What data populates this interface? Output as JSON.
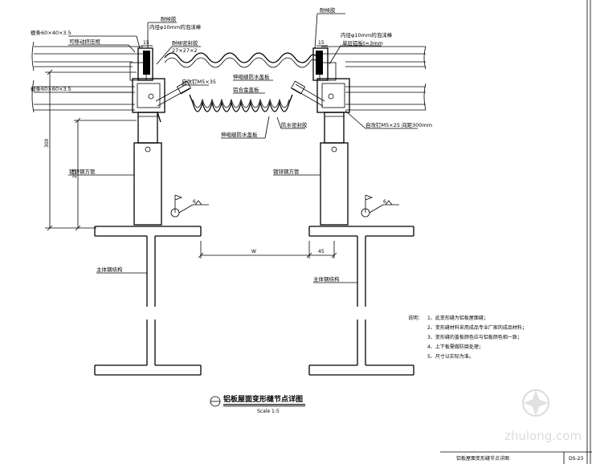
{
  "labels": {
    "purlin_top": "檩条60×40×3.5",
    "purlin_bottom": "檩条60×60×3.5",
    "extrusion_frame": "可移动挤压框",
    "gasket_left": "耐候胶",
    "backing_rod_left": "内径φ10mm的泡沫棒",
    "seal_mid": "耐候密封胶",
    "angle_left": "27×27×2",
    "self_tap_screw": "自攻钉M5×35",
    "eave_flash_upper": "伸缩缝防水盖板",
    "alu_plate": "铝合金盖板",
    "eave_flash_lower": "伸缩缝防水盖板",
    "waterproof_strip": "防水密封胶",
    "sealant_right": "耐候胶",
    "backing_rod_right": "内径φ10mm的泡沫棒",
    "single_ply": "单层铝板t=3mm",
    "expansion_bolt": "自攻钉M5×25 间距300mm",
    "adj_support_left": "镀锌钢方管",
    "adj_support_right": "镀锌钢方管",
    "steel_beam_left": "主体钢结构",
    "steel_beam_right": "主体钢结构"
  },
  "dimensions": {
    "height_total": "300",
    "height_support": "215",
    "width": "W",
    "offset": "45",
    "dim_15_left": "15",
    "dim_15_right": "15",
    "weld_left": "6",
    "weld_right": "6"
  },
  "title": {
    "text": "铝板屋面变形缝节点详图",
    "scale": "Scale 1:5"
  },
  "notes": {
    "heading": "说明：",
    "items": [
      "1、此变形缝为铝板屋面缝；",
      "2、变形缝材料采用成品专业厂家的成品材料；",
      "3、变形缝的盖板颜色应与铝板颜色相一致；",
      "4、上下板需做防腐处理；",
      "5、尺寸以实际为准。"
    ]
  },
  "title_block": {
    "drawing_name": "铝板屋面变形缝节点详图",
    "drawing_no": "DS-23"
  },
  "watermark": "zhulong.com"
}
